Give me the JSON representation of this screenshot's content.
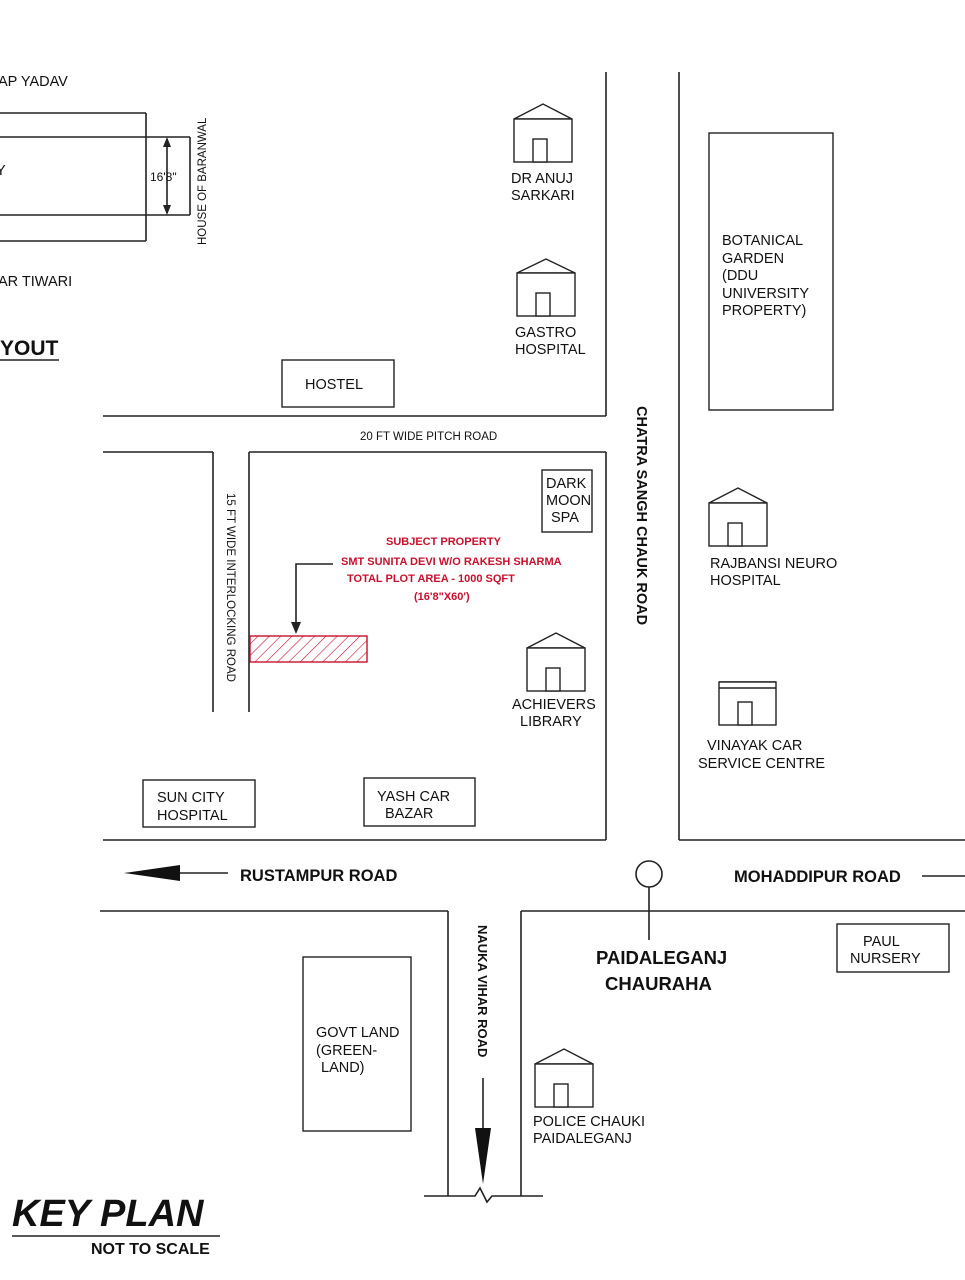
{
  "layout_inset": {
    "neighbor_top": "AP YADAV",
    "plot_letter": "Y",
    "dimension": "16'8\"",
    "house_side": "HOUSE OF BARANWAL",
    "neighbor_bottom": "AR TIWARI",
    "heading": "YOUT"
  },
  "roads": {
    "pitch_road": "20 FT WIDE PITCH ROAD",
    "interlocking_road": "15 FT WIDE INTERLOCKING ROAD",
    "chatra_road": "CHATRA SANGH CHAUK ROAD",
    "rustampur": "RUSTAMPUR ROAD",
    "mohaddipur": "MOHADDIPUR ROAD",
    "nauka_vihar": "NAUKA VIHAR ROAD"
  },
  "landmarks": {
    "dr_anuj": [
      "DR ANUJ",
      "SARKARI"
    ],
    "gastro": [
      "GASTRO",
      "HOSPITAL"
    ],
    "botanical": [
      "BOTANICAL",
      "GARDEN",
      "(DDU",
      "UNIVERSITY",
      "PROPERTY)"
    ],
    "hostel": "HOSTEL",
    "dark_moon": [
      "DARK",
      "MOON",
      "SPA"
    ],
    "rajbansi": [
      "RAJBANSI NEURO",
      "HOSPITAL"
    ],
    "achievers": [
      "ACHIEVERS",
      "LIBRARY"
    ],
    "vinayak": [
      "VINAYAK CAR",
      "SERVICE CENTRE"
    ],
    "sun_city": [
      "SUN CITY",
      "HOSPITAL"
    ],
    "yash_car": [
      "YASH CAR",
      "BAZAR"
    ],
    "paul_nursery": [
      "PAUL",
      "NURSERY"
    ],
    "govt_land": [
      "GOVT LAND",
      "(GREEN-",
      "LAND)"
    ],
    "police": [
      "POLICE CHAUKI",
      "PAIDALEGANJ"
    ],
    "chauraha": [
      "PAIDALEGANJ",
      "CHAURAHA"
    ]
  },
  "subject": {
    "l1": "SUBJECT PROPERTY",
    "l2": "SMT SUNITA DEVI W/O RAKESH SHARMA",
    "l3": "TOTAL PLOT AREA - 1000 SQFT",
    "l4": "(16'8\"X60')"
  },
  "footer": {
    "title": "KEY PLAN",
    "subtitle": "NOT TO SCALE"
  },
  "colors": {
    "subject_red": "#c8102e",
    "line": "#222222"
  }
}
